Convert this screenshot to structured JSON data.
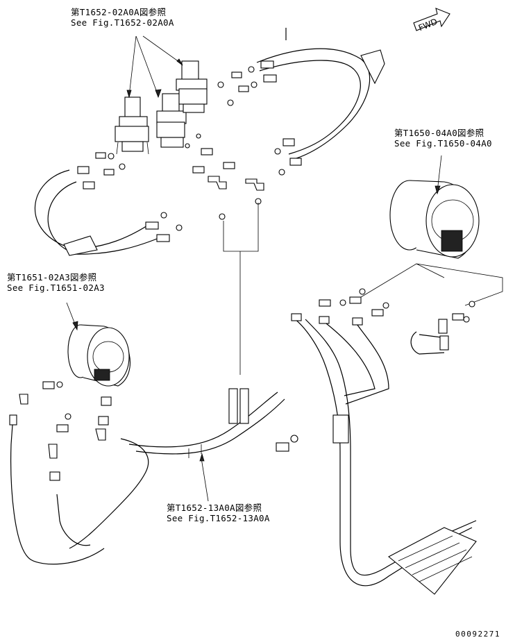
{
  "references": [
    {
      "id": "ref-t1652-02a0a",
      "japanese": "第T1652-02A0A図参照",
      "english": "See Fig.T1652-02A0A"
    },
    {
      "id": "ref-t1650-04a0",
      "japanese": "第T1650-04A0図参照",
      "english": "See Fig.T1650-04A0"
    },
    {
      "id": "ref-t1651-02a3",
      "japanese": "第T1651-02A3図参照",
      "english": "See Fig.T1651-02A3"
    },
    {
      "id": "ref-t1652-13a0a",
      "japanese": "第T1652-13A0A図参照",
      "english": "See Fig.T1652-13A0A"
    }
  ],
  "direction_label": "FWD",
  "drawing_number": "00092271"
}
